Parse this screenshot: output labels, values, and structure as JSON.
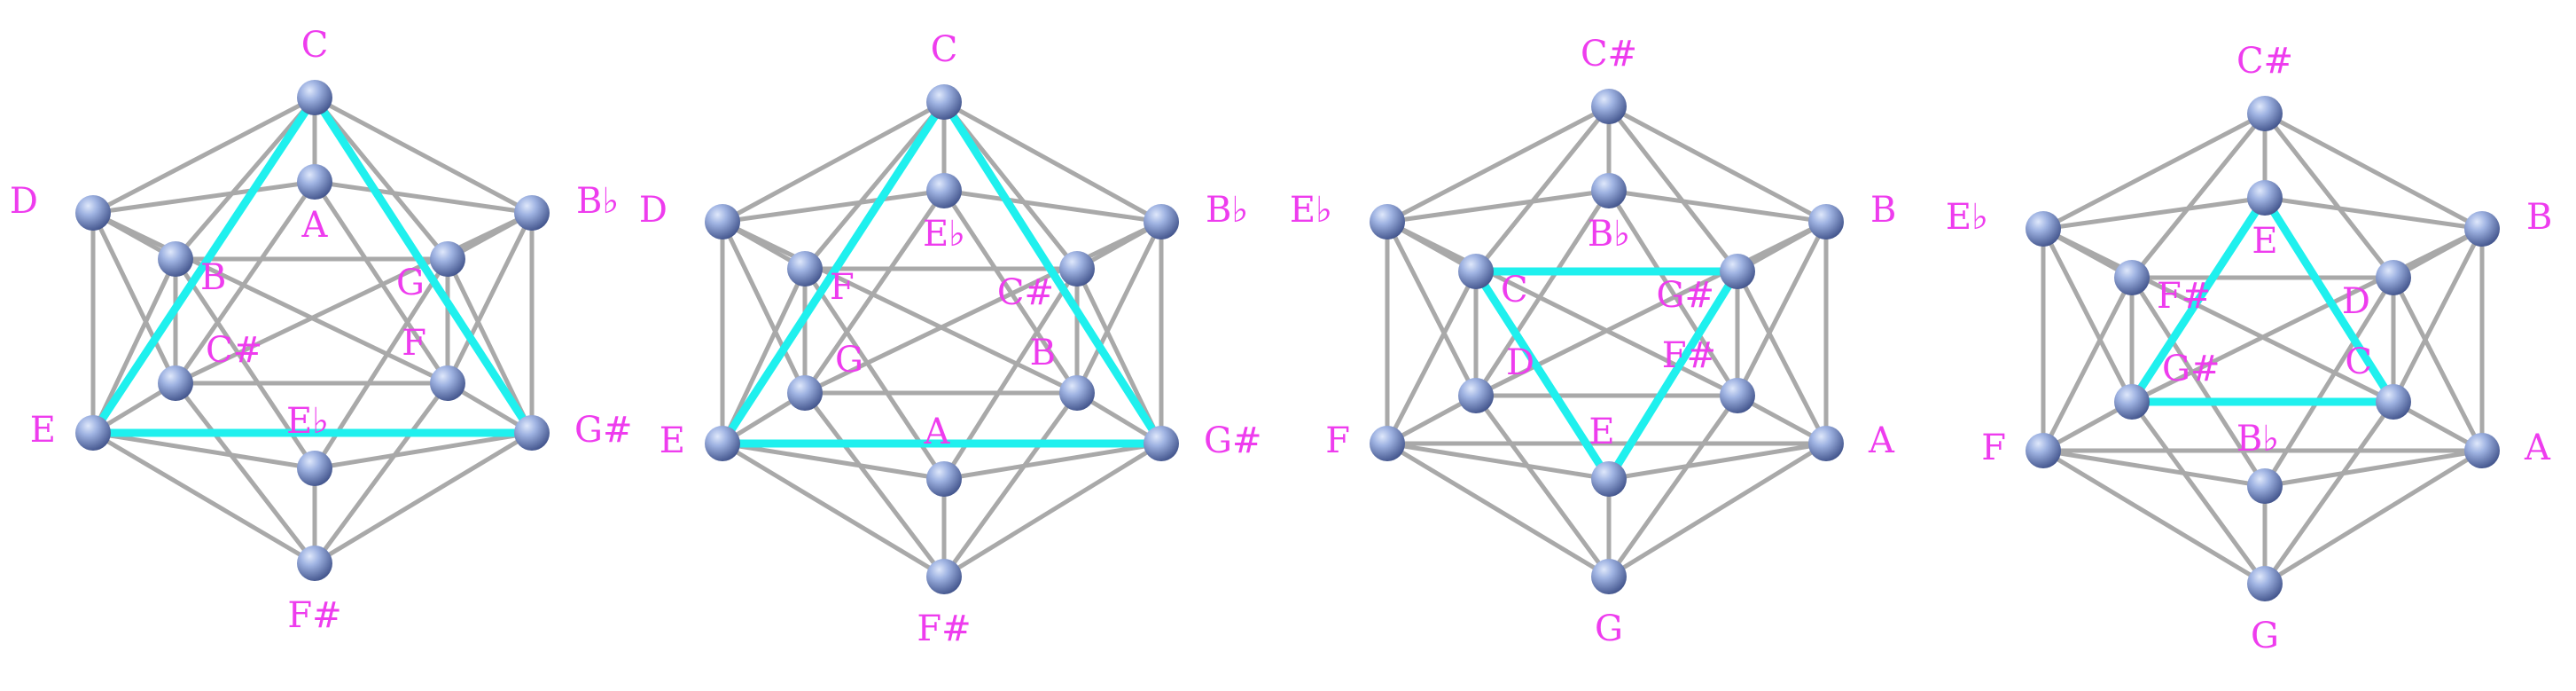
{
  "colors": {
    "edge": "#a9a9a9",
    "triangle": "#1ff0ee",
    "label": "#ee3cee",
    "node_light": "#b7c8ee",
    "node_dark": "#4a5d94"
  },
  "figures": [
    {
      "id": "fig1",
      "labels": {
        "top": "C",
        "ul": "D",
        "ur": "B♭",
        "l": "E",
        "r": "G#",
        "bot": "F#",
        "fUp": "A",
        "fL": "B",
        "fR": "G",
        "bL": "C#",
        "bR": "F",
        "fDown": "E♭"
      },
      "triangle": [
        "top",
        "l",
        "r"
      ]
    },
    {
      "id": "fig2",
      "labels": {
        "top": "C",
        "ul": "D",
        "ur": "B♭",
        "l": "E",
        "r": "G#",
        "bot": "F#",
        "fUp": "E♭",
        "fL": "F",
        "fR": "C#",
        "bL": "G",
        "bR": "B",
        "fDown": "A"
      },
      "triangle": [
        "top",
        "l",
        "r"
      ]
    },
    {
      "id": "fig3",
      "labels": {
        "top": "C#",
        "ul": "E♭",
        "ur": "B",
        "l": "F",
        "r": "A",
        "bot": "G",
        "fUp": "B♭",
        "fL": "C",
        "fR": "G#",
        "bL": "D",
        "bR": "F#",
        "fDown": "E"
      },
      "triangle": [
        "fL",
        "fR",
        "fDown"
      ]
    },
    {
      "id": "fig4",
      "labels": {
        "top": "C#",
        "ul": "E♭",
        "ur": "B",
        "l": "F",
        "r": "A",
        "bot": "G",
        "fUp": "E",
        "fL": "F#",
        "fR": "D",
        "bL": "G#",
        "bR": "C",
        "fDown": "B♭"
      },
      "triangle": [
        "fUp",
        "bL",
        "bR"
      ]
    }
  ]
}
